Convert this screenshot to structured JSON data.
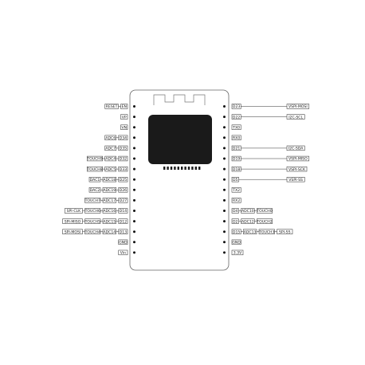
{
  "left_pins": [
    {
      "pin": "EN",
      "labels": [
        "RESET"
      ]
    },
    {
      "pin": "VP",
      "labels": []
    },
    {
      "pin": "VN",
      "labels": []
    },
    {
      "pin": "D34",
      "labels": [
        "ADC6"
      ]
    },
    {
      "pin": "D35",
      "labels": [
        "ADC7"
      ]
    },
    {
      "pin": "D32",
      "labels": [
        "TOUCH9",
        "ADC4"
      ]
    },
    {
      "pin": "D33",
      "labels": [
        "TOUCH8",
        "ADC5"
      ]
    },
    {
      "pin": "D25",
      "labels": [
        "DAC1",
        "ADC18"
      ]
    },
    {
      "pin": "D26",
      "labels": [
        "DAC2",
        "ADC19"
      ]
    },
    {
      "pin": "D27",
      "labels": [
        "TOUCH7",
        "ADC17"
      ]
    },
    {
      "pin": "D14",
      "labels": [
        "SPI-CLK",
        "TOUCH6",
        "ADC16"
      ]
    },
    {
      "pin": "D12",
      "labels": [
        "SPI-MISO",
        "TOUCH5",
        "ADC15"
      ]
    },
    {
      "pin": "D13",
      "labels": [
        "SPI-MOSI",
        "TOUCH4",
        "ADC14"
      ]
    },
    {
      "pin": "GND",
      "labels": []
    },
    {
      "pin": "Vin",
      "labels": []
    }
  ],
  "right_pins": [
    {
      "pin": "D23",
      "labels": [
        "VSPI-MOSI"
      ]
    },
    {
      "pin": "D22",
      "labels": [
        "I2C-SCL"
      ]
    },
    {
      "pin": "TX0",
      "labels": []
    },
    {
      "pin": "RX0",
      "labels": []
    },
    {
      "pin": "D21",
      "labels": [
        "I2C-SDA"
      ]
    },
    {
      "pin": "D19",
      "labels": [
        "VSPI-MISO"
      ]
    },
    {
      "pin": "D18",
      "labels": [
        "VSPI-SCK"
      ]
    },
    {
      "pin": "D5",
      "labels": [
        "VSPI-SS"
      ]
    },
    {
      "pin": "TX2",
      "labels": []
    },
    {
      "pin": "RX2",
      "labels": []
    },
    {
      "pin": "D4",
      "labels": [
        "ADC10",
        "TOUCH0"
      ]
    },
    {
      "pin": "D2",
      "labels": [
        "ADC12",
        "TOUCH2"
      ]
    },
    {
      "pin": "D15",
      "labels": [
        "ADC13",
        "TOUCH3",
        "SPI-SS"
      ]
    },
    {
      "pin": "GND",
      "labels": []
    },
    {
      "pin": "3.3V",
      "labels": []
    }
  ],
  "colors": {
    "line": "#333333",
    "pin_dot": "#111111",
    "chip": "#1a1a1a",
    "board": "#666666"
  }
}
